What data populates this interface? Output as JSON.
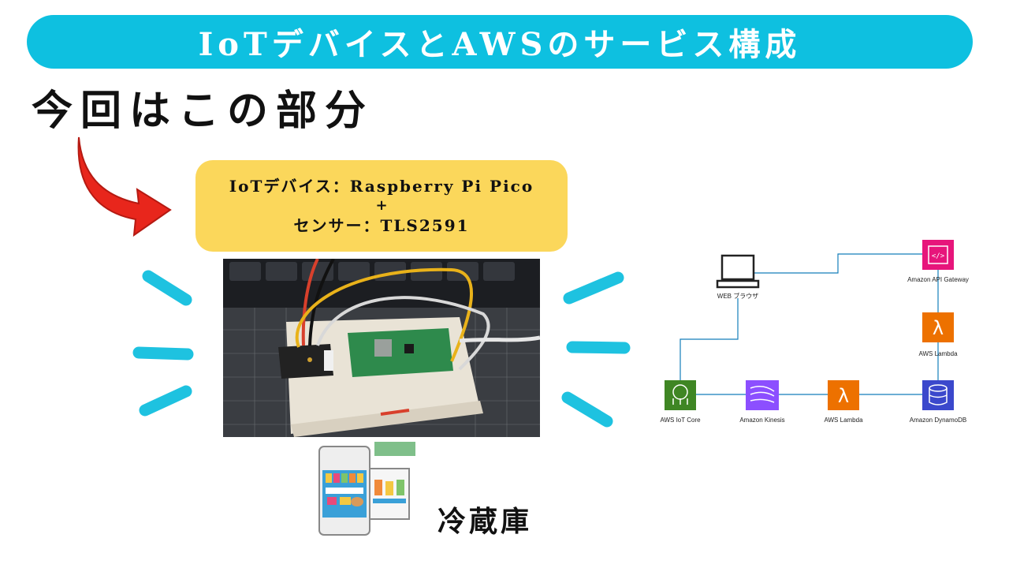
{
  "banner": {
    "title": "IoTデバイスとAWSのサービス構成"
  },
  "focus_label": "今回はこの部分",
  "device_box": {
    "line1": "IoTデバイス：Raspberry Pi Pico",
    "plus": "+",
    "line2": "センサー：TLS2591"
  },
  "fridge_label": "冷蔵庫",
  "architecture": {
    "nodes": {
      "browser": "WEB ブラウザ",
      "api_gateway": "Amazon API Gateway",
      "lambda_top": "AWS Lambda",
      "iot_core": "AWS IoT Core",
      "kinesis": "Amazon Kinesis",
      "lambda_bottom": "AWS Lambda",
      "dynamodb": "Amazon DynamoDB"
    },
    "icons": {
      "browser": "computer-icon",
      "api_gateway": "api-gateway-icon",
      "lambda": "lambda-icon",
      "iot_core": "iot-core-icon",
      "kinesis": "kinesis-icon",
      "dynamodb": "dynamodb-icon"
    },
    "colors": {
      "api_gateway": "#e7157b",
      "lambda": "#ed7100",
      "iot_core": "#3f8624",
      "kinesis": "#8c4fff",
      "dynamodb": "#3b48cc",
      "connector": "#147eba"
    }
  },
  "colors": {
    "banner": "#0ec0e0",
    "device_box": "#fbd75b",
    "arrow": "#e8261c",
    "burst_lines": "#1ec2e0"
  }
}
